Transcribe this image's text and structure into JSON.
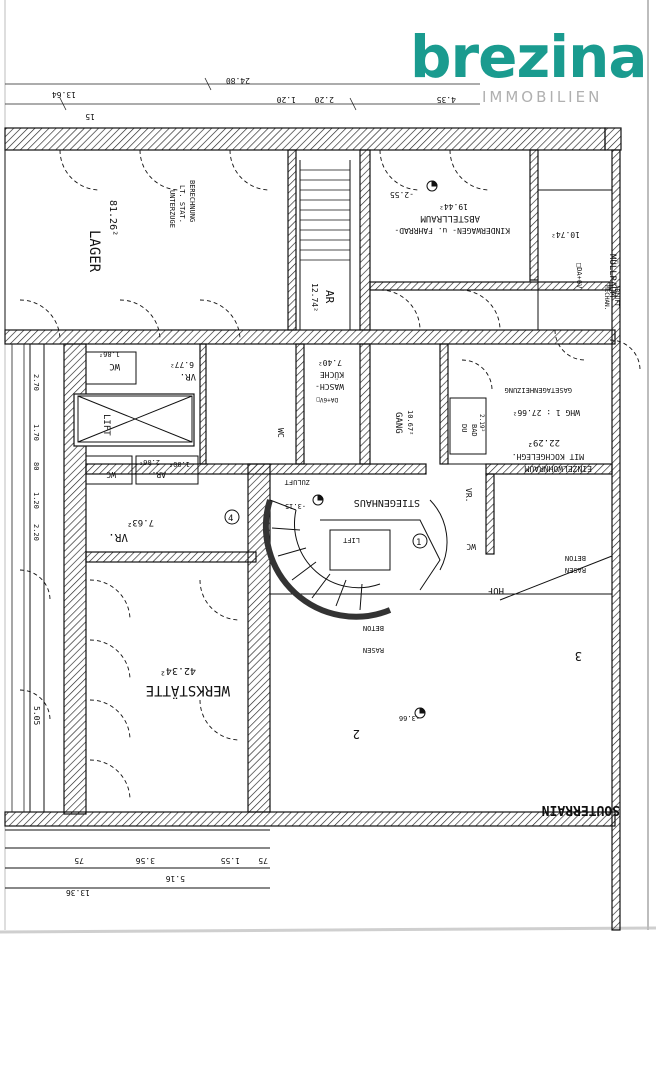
{
  "brand": {
    "name": "brezina",
    "tagline": "IMMOBILIEN",
    "color": "#1a9b8f"
  },
  "plan": {
    "floor_label": "SOUTERRAIN",
    "rooms": {
      "lager": {
        "name": "LAGER",
        "area": "81.26²",
        "note1": "UNTERZUGE",
        "note2": "LT. STAT.",
        "note3": "BERECHNUNG"
      },
      "abstellraum": {
        "name1": "KINDERWAGEN- u. FAHRRAD-",
        "name2": "ABSTELLRAUM",
        "area": "19.44²",
        "level": "-2.55"
      },
      "muellraum": {
        "name": "MÜLLRAUM",
        "area": "10.74²",
        "note": "□DA+6V",
        "note2": "MECHAN.",
        "note3": "ABLUFT"
      },
      "ar_top": {
        "name": "AR",
        "area": "12.74²"
      },
      "wc1": {
        "name": "WC",
        "area": "1.86²"
      },
      "vr1": {
        "name": "VR.",
        "area": "6.77²"
      },
      "waschkueche": {
        "name1": "WASCH-",
        "name2": "KÜCHE",
        "area": "7.40²",
        "note": "DA+6V□"
      },
      "gang": {
        "name": "GANG",
        "area": "10.67²"
      },
      "wohnung": {
        "title": "WHG 1 : 27.66²",
        "heating": "GASETAGENHEIZUNG",
        "name1": "EINZELWOHNRAUM",
        "name2": "MIT KOCHGELEGH.",
        "area": "22.29²"
      },
      "du_bad": {
        "name1": "DU",
        "name2": "BAD",
        "area": "2.19²"
      },
      "lift": {
        "name": "LIFT"
      },
      "wc2": {
        "name": "WC",
        "area": "1.00²"
      },
      "ar2": {
        "name": "AR.",
        "area": "2.06²"
      },
      "wc3": {
        "name": "WC",
        "area": "1.00²"
      },
      "vr2": {
        "name": "VR.",
        "area": "7.63²"
      },
      "stiegenhaus": {
        "name": "STIEGENHAUS",
        "level": "-3.15",
        "note": "ZULUFT",
        "lift": "LIFT"
      },
      "vr3": {
        "name": "VR.",
        "area": ""
      },
      "wc4": {
        "name": "WC",
        "area": ""
      },
      "werkstaette": {
        "name": "WERKSTÄTTE",
        "area": "42.34²"
      },
      "hof": {
        "name": "HOF",
        "surface1": "RASEN",
        "surface2": "BETON",
        "level": "-3.66"
      }
    },
    "dimensions": {
      "top": [
        "13.64",
        "15",
        "24.80",
        "1.20",
        "2.20",
        "4.35"
      ],
      "bottom_row1": [
        "75",
        "3.56",
        "1.55",
        "75"
      ],
      "bottom_row2": [
        "5.16"
      ],
      "bottom_total": "13.36",
      "left": [
        "2.70",
        "1.70",
        "80",
        "1.20",
        "2.20",
        "5.05"
      ]
    },
    "markers": [
      "1",
      "2",
      "3",
      "4"
    ],
    "line_color": "#111111"
  }
}
